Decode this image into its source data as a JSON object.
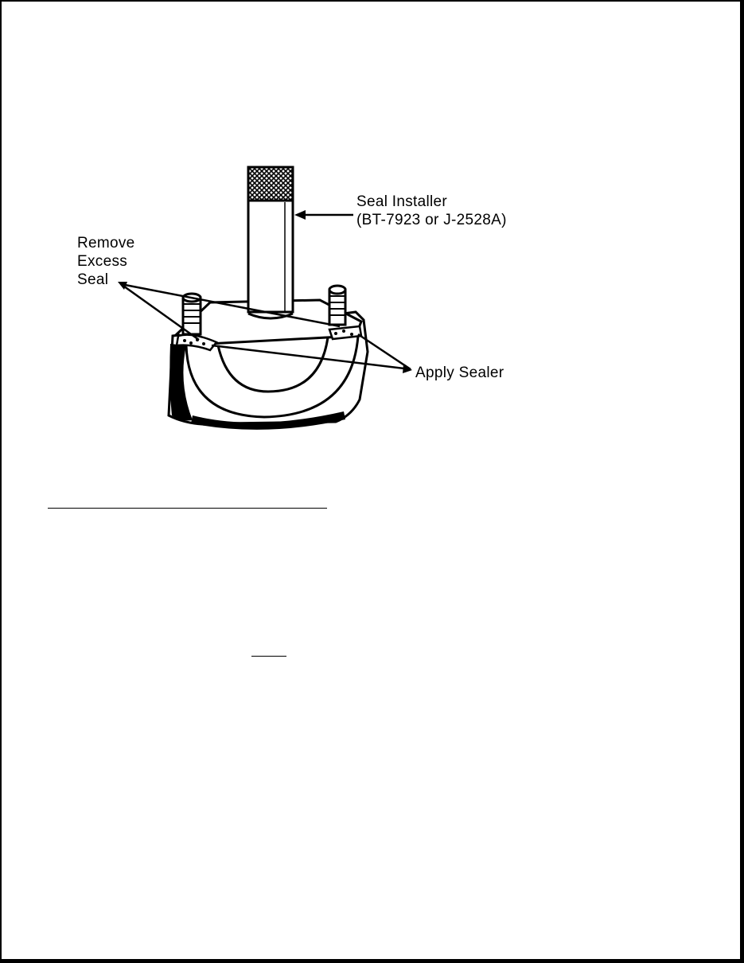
{
  "figure": {
    "callouts": {
      "seal_installer": "Seal Installer\n(BT-7923 or J-2528A)",
      "remove_excess_seal": "Remove\nExcess\nSeal",
      "apply_sealer": "Apply Sealer"
    }
  },
  "colors": {
    "ink": "#000000",
    "paper": "#ffffff"
  }
}
